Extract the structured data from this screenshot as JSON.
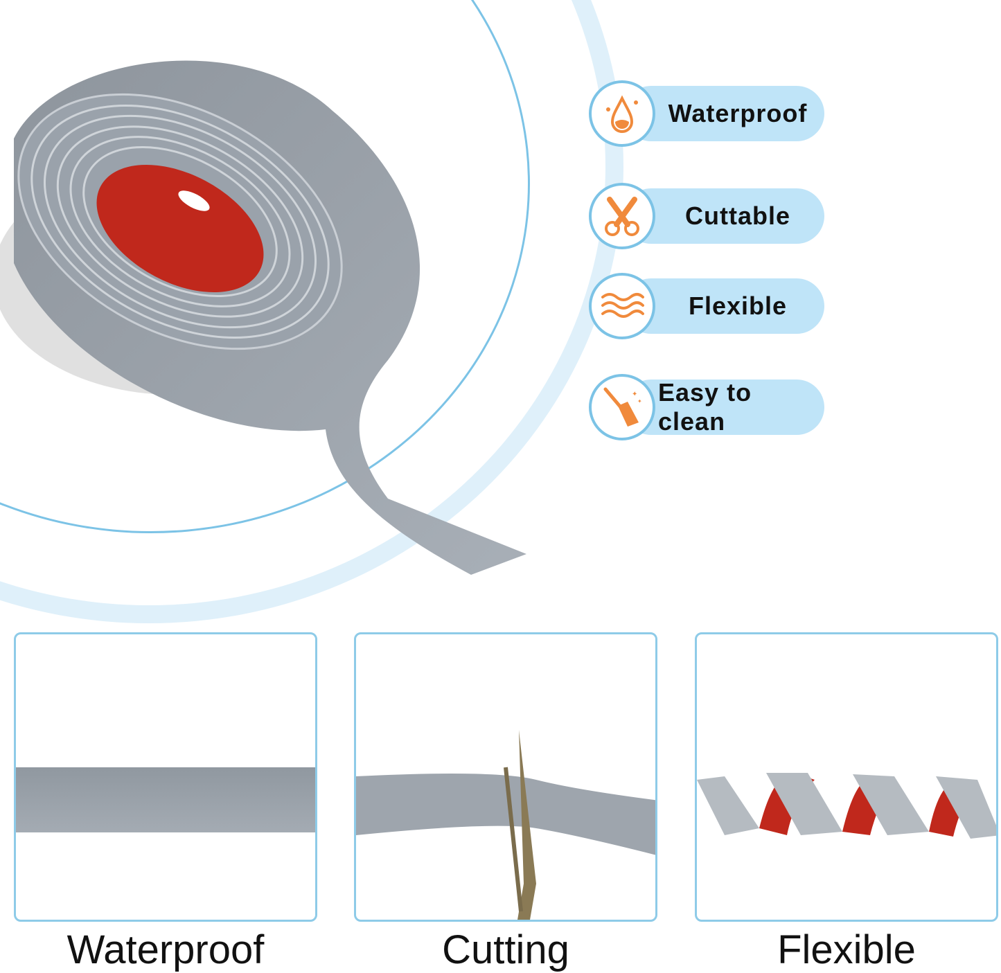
{
  "features": [
    {
      "label": "Waterproof",
      "icon": "water-drop-icon"
    },
    {
      "label": "Cuttable",
      "icon": "scissors-icon"
    },
    {
      "label": "Flexible",
      "icon": "waves-icon"
    },
    {
      "label": "Easy to clean",
      "icon": "broom-icon"
    }
  ],
  "panels": [
    {
      "caption": "Waterproof"
    },
    {
      "caption": "Cutting"
    },
    {
      "caption": "Flexible"
    }
  ],
  "colors": {
    "accent_blue": "#7cc3e6",
    "pill_blue": "#bfe4f8",
    "icon_orange": "#f08a3c",
    "tape_gray": "#9aa2ab",
    "backing_red": "#c0281c"
  }
}
